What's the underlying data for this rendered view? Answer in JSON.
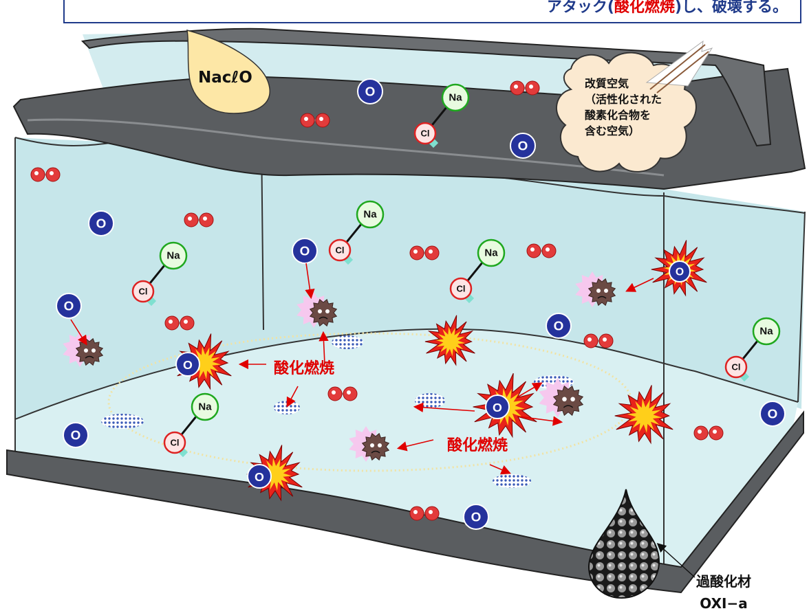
{
  "banner": {
    "pre": "アタック(",
    "highlight": "酸化燃焼",
    "post": ")し、破壊する。"
  },
  "naclo_label": "NacℓO",
  "cloud_lines": [
    "改質空気",
    "（活性化された",
    "酸素化合物を",
    "含む空気）"
  ],
  "burn_label": "酸化燃焼",
  "material_lines": [
    "過酸化材",
    "OXI−a"
  ],
  "symbols": {
    "o": "O",
    "na": "Na",
    "cl": "Cl"
  },
  "colors": {
    "water": "#c6e6ea",
    "frame": "#5a5d60",
    "oxygen": "#25329c",
    "o2": "#e23b3b",
    "burst_outer": "#e8231b",
    "burst_inner": "#ffcf1a",
    "accent": "#e00000"
  },
  "icons": [
    "oxygen-atom-icon",
    "o2-molecule-icon",
    "naclo-molecule-icon",
    "explosion-icon",
    "germ-icon",
    "dust-debris-icon",
    "droplet-icon",
    "cloud-icon"
  ]
}
